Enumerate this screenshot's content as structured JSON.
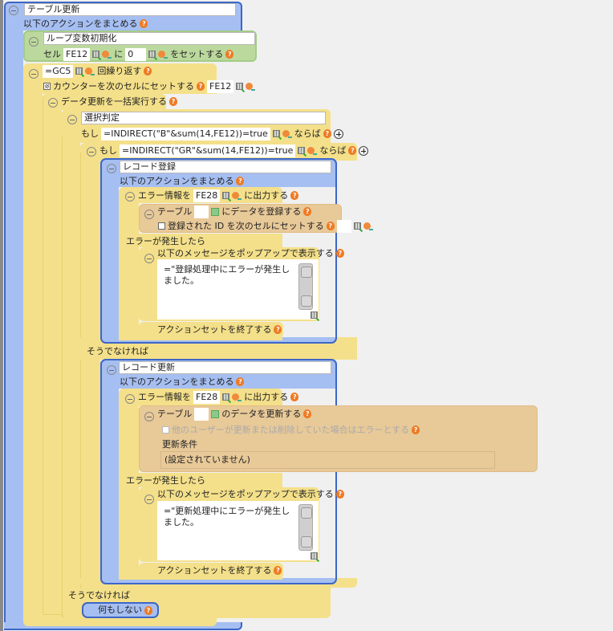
{
  "table_update": {
    "title": "テーブル更新",
    "group_label": "以下のアクションをまとめる"
  },
  "loop_init": {
    "title": "ループ変数初期化",
    "cell_label": "セル",
    "cell_value": "FE12",
    "to_label": "に",
    "value": "0",
    "set_label": "をセットする"
  },
  "loop": {
    "count": "=GC5",
    "repeat_label": "回繰り返す",
    "counter_label": "カウンターを次のセルにセットする",
    "counter_cell": "FE12",
    "counter_checked": true
  },
  "batch": {
    "label": "データ更新を一括実行する"
  },
  "select": {
    "title": "選択判定",
    "if_label": "もし",
    "condition": "=INDIRECT(\"B\"&sum(14,FE12))=true",
    "then_label": "ならば",
    "else_label": "そうでなければ",
    "else_action": "何もしない"
  },
  "inner_if": {
    "if_label": "もし",
    "condition": "=INDIRECT(\"GR\"&sum(14,FE12))=true",
    "then_label": "ならば",
    "else_label": "そうでなければ"
  },
  "register": {
    "title": "レコード登録",
    "group_label": "以下のアクションをまとめる",
    "error_prefix": "エラー情報を",
    "error_cell": "FE28",
    "error_suffix": "に出力する",
    "table_label": "テーブル",
    "table_action": "にデータを登録する",
    "id_label": "登録された ID を次のセルにセットする",
    "on_error": "エラーが発生したら",
    "popup_label": "以下のメッセージをポップアップで表示する",
    "popup_message": "=\"登録処理中にエラーが発生しました。",
    "end_label": "アクションセットを終了する"
  },
  "update": {
    "title": "レコード更新",
    "group_label": "以下のアクションをまとめる",
    "error_prefix": "エラー情報を",
    "error_cell": "FE28",
    "error_suffix": "に出力する",
    "table_label": "テーブル",
    "table_action": "のデータを更新する",
    "conflict_label": "他のユーザーが更新または削除していた場合はエラーとする",
    "condition_label": "更新条件",
    "condition_value": "(設定されていません)",
    "on_error": "エラーが発生したら",
    "popup_label": "以下のメッセージをポップアップで表示する",
    "popup_message": "=\"更新処理中にエラーが発生しました。",
    "end_label": "アクションセットを終了する"
  },
  "colors": {
    "group_blue": "#a6bff2",
    "group_border": "#3d66c6",
    "yellow": "#f4e08a",
    "green": "#bcd99d",
    "tan": "#e8c998",
    "help": "#ee7b24"
  }
}
